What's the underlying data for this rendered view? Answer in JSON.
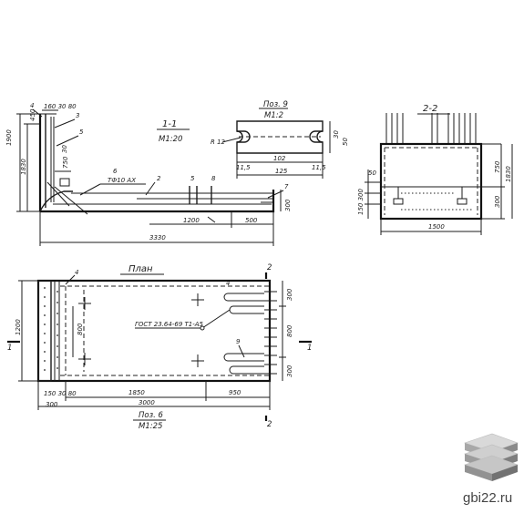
{
  "section_1": {
    "title": "1-1",
    "scale": "M1:20",
    "dims": {
      "overall": "3330",
      "inner": "1200",
      "right": "500",
      "height1": "1900",
      "height2": "1830",
      "height3": "450",
      "height4": "750",
      "top": "160 30 80",
      "bottom": "30",
      "side": "300"
    },
    "leaders": [
      "4",
      "3",
      "5",
      "6",
      "2",
      "5",
      "8",
      "7"
    ],
    "weld": "ТФ10 АХ"
  },
  "pos9": {
    "title": "Поз. 9",
    "scale": "M1:2",
    "hole": "R 12",
    "dims": {
      "a": "11,5",
      "b": "102",
      "c": "11,5",
      "total": "125",
      "h1": "30",
      "h2": "50"
    }
  },
  "section_2": {
    "title": "2-2",
    "dims": {
      "width": "1500",
      "h1": "750",
      "h2": "1830",
      "h3": "300",
      "side1": "50",
      "side2": "150 300"
    }
  },
  "plan": {
    "title": "План",
    "gost": "ГОСТ 23.64-69 Т1-А5",
    "dims": {
      "total": "3000",
      "a": "1850",
      "b": "950",
      "left1": "1200",
      "center": "800",
      "right1": "300",
      "right2": "800",
      "right3": "300",
      "bottom": "300",
      "sm": "150 30 80"
    },
    "leaders": [
      "4",
      "2",
      "9",
      "1",
      "1"
    ],
    "pos6": {
      "title": "Поз. 6",
      "scale": "M1:25"
    }
  },
  "watermark": {
    "text": "gbi22.ru"
  }
}
